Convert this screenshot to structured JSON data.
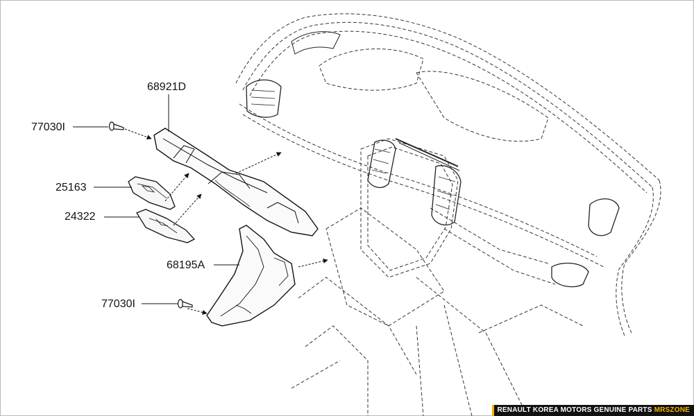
{
  "labels": {
    "part_68921D": "68921D",
    "part_77030I_top": "77030I",
    "part_25163": "25163",
    "part_24322": "24322",
    "part_68195A": "68195A",
    "part_77030I_bottom": "77030I"
  },
  "footer": {
    "text": "RENAULT KOREA MOTORS GENUINE PARTS",
    "brand": "MRSZONE"
  },
  "colors": {
    "line": "#222222",
    "dashed": "#555555",
    "footer_bg": "#111111",
    "brand_accent": "#f2b400"
  }
}
